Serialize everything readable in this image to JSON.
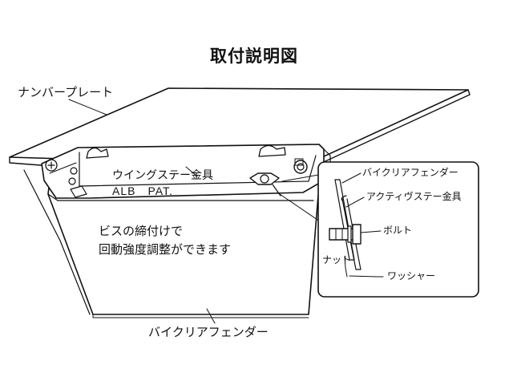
{
  "title": "取付説明図",
  "main": {
    "number_plate": "ナンバープレート",
    "wing_stay_line1": "ウイングステー金具",
    "wing_stay_line2": "ALB　PAT.",
    "note_line1": "ビスの締付けで",
    "note_line2": "回動強度調整ができます",
    "bike_fender": "バイクリアフェンダー"
  },
  "detail": {
    "bike_fender": "バイクリアフェンダー",
    "active_stay": "アクティヴステー金具",
    "bolt": "ボルト",
    "nut": "ナット",
    "washer": "ワッシャー"
  }
}
